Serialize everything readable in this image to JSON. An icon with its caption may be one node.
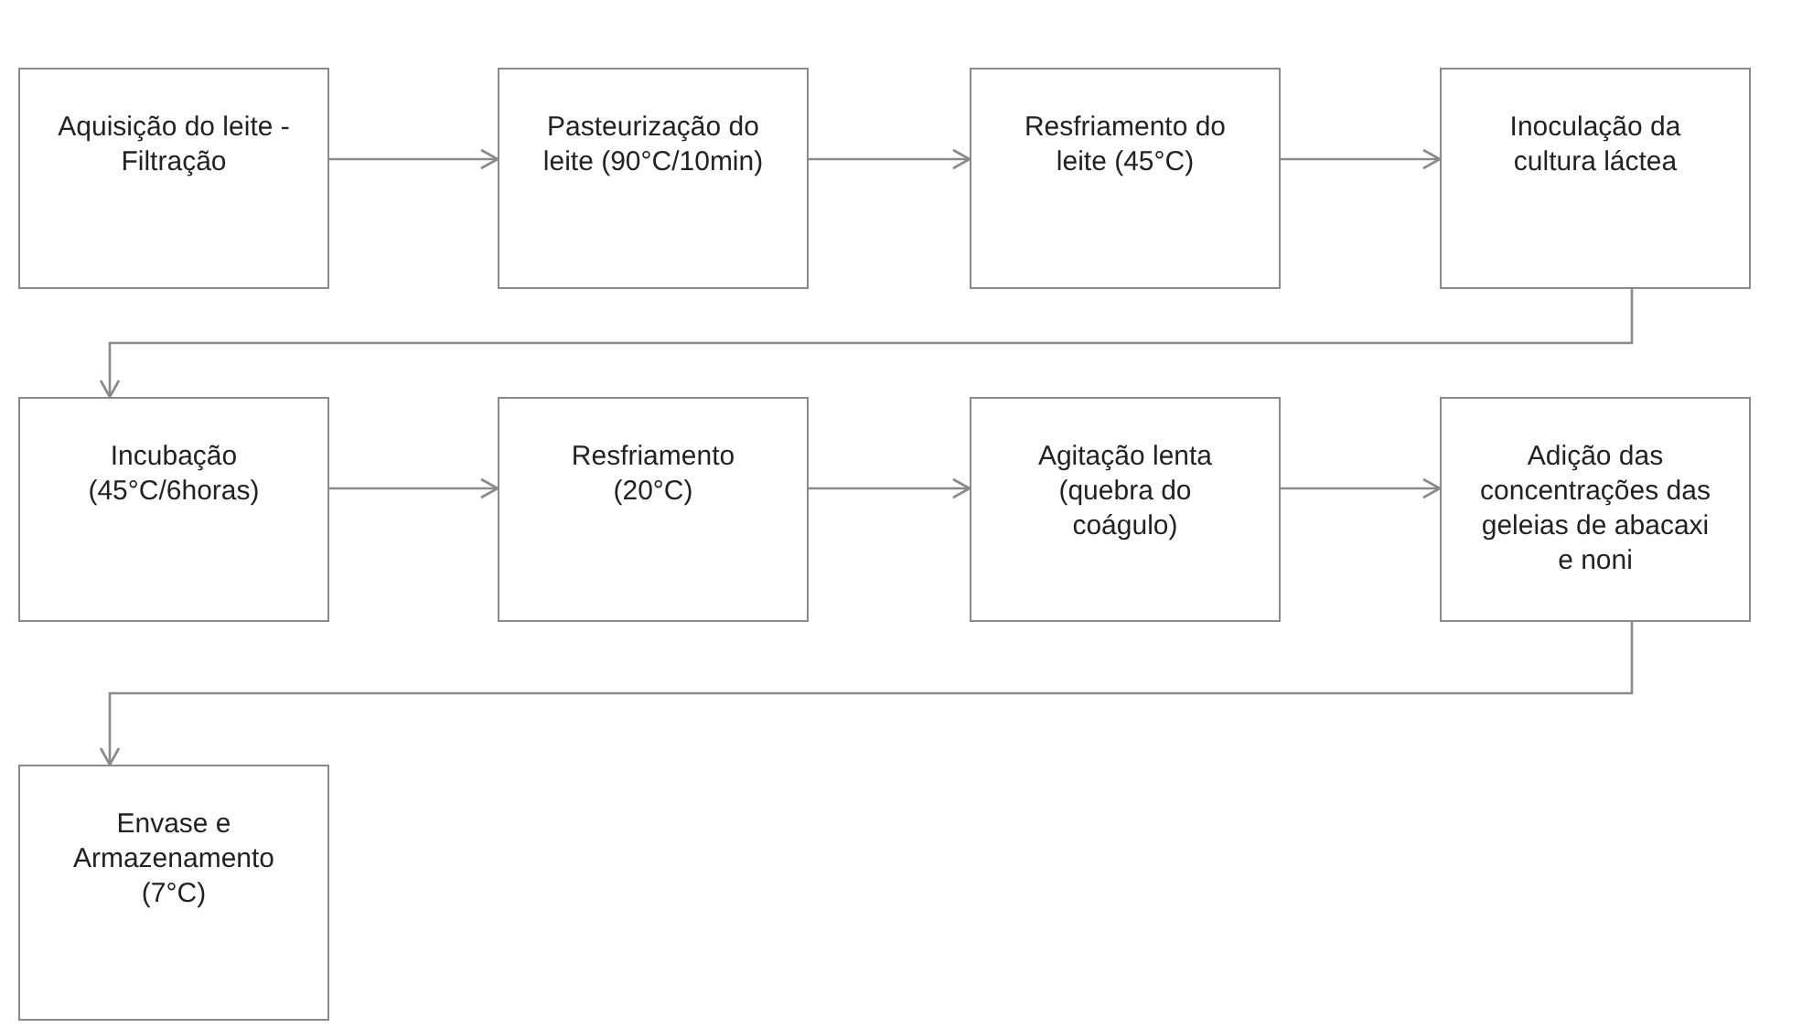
{
  "diagram": {
    "nodes": [
      {
        "text": [
          "Aquisição do leite - Filtração"
        ]
      },
      {
        "text": [
          "Pasteurização do leite (90°C/10min)"
        ]
      },
      {
        "text": [
          "Resfriamento do leite (45°C)"
        ]
      },
      {
        "text": [
          "Inoculação da cultura láctea"
        ]
      },
      {
        "text": [
          "Incubação (45°C/6horas)"
        ]
      },
      {
        "text": [
          "Resfriamento (20°C)"
        ]
      },
      {
        "text": [
          "Agitação lenta (quebra do coágulo)"
        ]
      },
      {
        "text": [
          "Adição das concentrações das geleias de abacaxi e noni"
        ]
      },
      {
        "text": [
          "Envase e Armazenamento (7°C)"
        ]
      }
    ],
    "edges": [
      {
        "from": 0,
        "to": 1,
        "arrow": "to"
      },
      {
        "from": 1,
        "to": 2,
        "arrow": "to"
      },
      {
        "from": 2,
        "to": 3,
        "arrow": "to"
      },
      {
        "from": 3,
        "to": 4,
        "arrow": "to"
      },
      {
        "from": 4,
        "to": 5,
        "arrow": "to"
      },
      {
        "from": 5,
        "to": 6,
        "arrow": "to"
      },
      {
        "from": 6,
        "to": 7,
        "arrow": "to"
      },
      {
        "from": 7,
        "to": 8,
        "arrow": "to"
      }
    ]
  }
}
